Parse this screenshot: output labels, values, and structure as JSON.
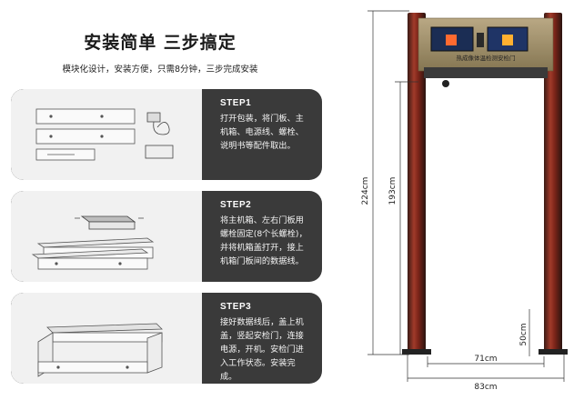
{
  "header": {
    "title": "安装简单 三步搞定",
    "subtitle": "模块化设计，安装方便，只需8分钟，三步完成安装"
  },
  "steps": [
    {
      "label": "STEP1",
      "text": "打开包装，将门板、主机箱、电源线、螺栓、说明书等配件取出。"
    },
    {
      "label": "STEP2",
      "text": "将主机箱、左右门板用螺栓固定(8个长螺栓)，并将机箱盖打开，接上机箱门板间的数据线。"
    },
    {
      "label": "STEP3",
      "text": "接好数据线后，盖上机盖，竖起安检门，连接电源，开机。安检门进入工作状态。安装完成。"
    }
  ],
  "device": {
    "panel_text": "热成像体温检测安检门",
    "dimensions": {
      "height_total": "224cm",
      "height_inner": "193cm",
      "width_inner": "71cm",
      "width_total": "83cm",
      "depth": "50cm"
    }
  },
  "colors": {
    "panel_dark": "#3a3a3a",
    "frame_red": "#8e2a1d",
    "cabinet": "#9a8a66"
  }
}
